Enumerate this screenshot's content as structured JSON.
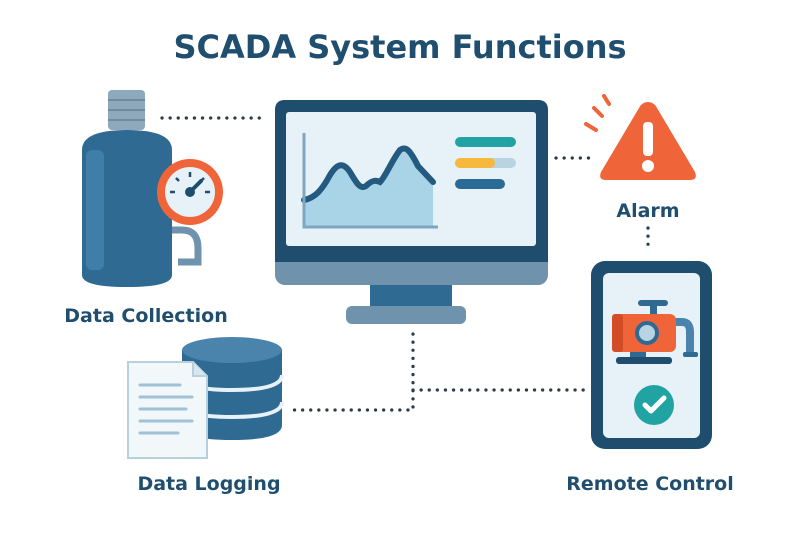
{
  "title": "SCADA System Functions",
  "labels": {
    "data_collection": "Data Collection",
    "alarm": "Alarm",
    "data_logging": "Data Logging",
    "remote_control": "Remote Control"
  },
  "colors": {
    "navy": "#1e4d6e",
    "steel": "#6f92ad",
    "screen": "#e6f2f8",
    "orange": "#f0643a",
    "teal": "#22a3a3",
    "yellow": "#f6b93b"
  }
}
